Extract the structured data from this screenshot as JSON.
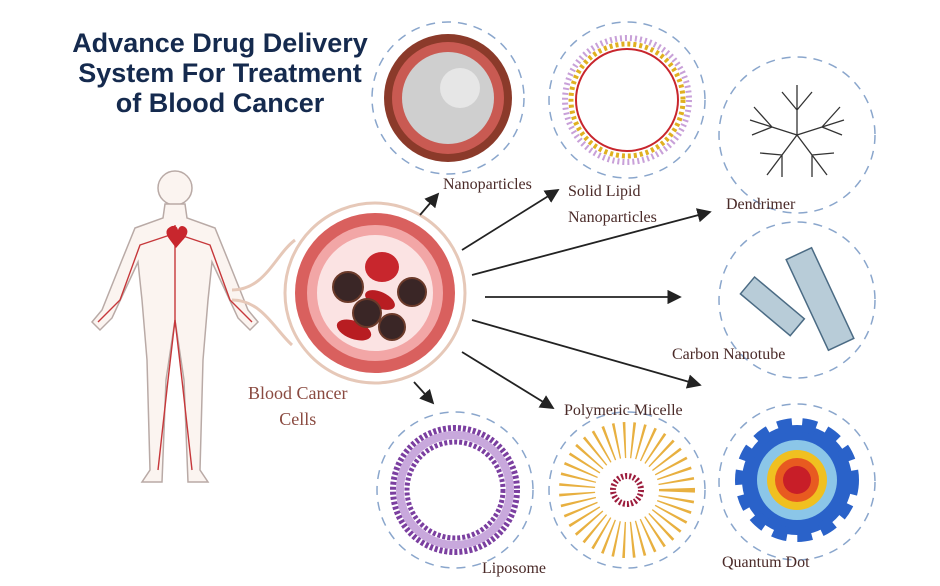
{
  "title": "Advance Drug Delivery System For Treatment of Blood Cancer",
  "center": {
    "label_line1": "Blood Cancer",
    "label_line2": "Cells"
  },
  "carriers": [
    {
      "id": "nanoparticles",
      "label": "Nanoparticles"
    },
    {
      "id": "solid-lipid",
      "label_line1": "Solid Lipid",
      "label_line2": "Nanoparticles"
    },
    {
      "id": "dendrimer",
      "label": "Dendrimer"
    },
    {
      "id": "carbon-nanotube",
      "label": "Carbon Nanotube"
    },
    {
      "id": "polymeric-micelle",
      "label": "Polymeric Micelle"
    },
    {
      "id": "liposome",
      "label": "Liposome"
    },
    {
      "id": "quantum-dot",
      "label": "Quantum Dot"
    }
  ],
  "colors": {
    "title": "#152a4e",
    "dash": "#8aa6cc",
    "vessel": "#d9605e",
    "arrow": "#222222"
  }
}
